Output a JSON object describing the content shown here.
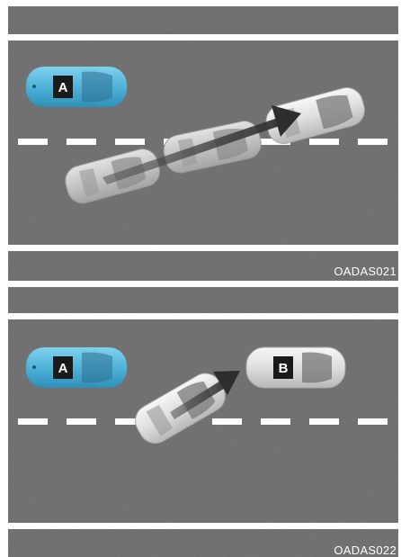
{
  "figures": [
    {
      "code": "OADAS021",
      "vehicles": [
        {
          "label": "A",
          "color": "#4fb3d9"
        }
      ]
    },
    {
      "code": "OADAS022",
      "vehicles": [
        {
          "label": "A",
          "color": "#4fb3d9"
        },
        {
          "label": "B",
          "color": "#e6e6e6"
        }
      ]
    }
  ],
  "colors": {
    "road": "#6a6a6a",
    "lane_marking": "#ffffff",
    "ego_car": "#d8d8d8",
    "arrow": "#3a3a3a"
  }
}
